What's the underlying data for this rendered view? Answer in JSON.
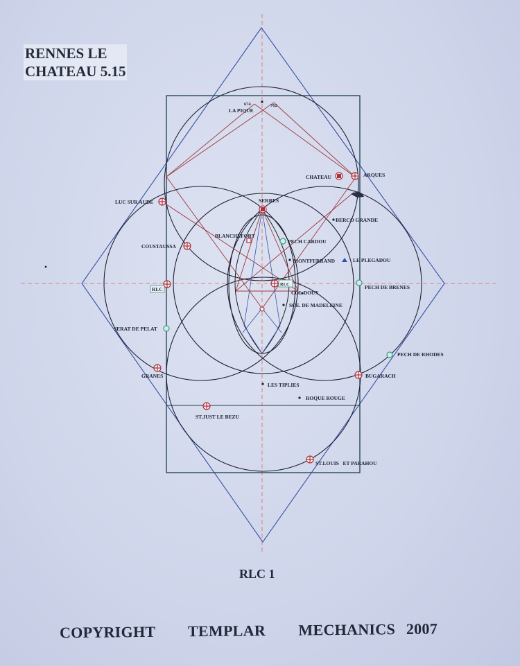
{
  "title": [
    "RENNES LE",
    "CHATEAU 5.15"
  ],
  "caption": "RLC 1",
  "copyright": "COPYRIGHT   TEMPLAR   MECHANICS 2007",
  "colors": {
    "frame": "#1b3f4a",
    "circles": "#1c2030",
    "diamond": "#3550a8",
    "pentagram": "#9a3a3a",
    "axis": "#d66a5a",
    "marker_red": "#b0303a",
    "marker_teal": "#3a9a8a"
  },
  "labels": {
    "la_pique": "LA PIQUE",
    "n674": "674",
    "n762": "762",
    "chateau": "CHATEAU",
    "arques": "ARQUES",
    "luc_sur_aude": "LUC SUR AUDE",
    "serres": "SERRES",
    "berco_grande": "BERCO GRANDE",
    "blanchefort": "BLANCHEFORT",
    "pech_cardou": "PECH CARDOU",
    "coustaussa": "COUSTAUSSA",
    "montferrand": "MONTFERRAND",
    "le_plegadou": "LE PLEGADOU",
    "rlc": "RLC",
    "rlc_box": "RLC",
    "pech_de_brenes": "PECH DE BRENES",
    "col_doux": "COL DOUX",
    "sce_madeleine": "SCE. DE MADELEINE",
    "serat_de_pelat": "SERAT DE PELAT",
    "pech_de_rhodes": "PECH DE RHODES",
    "granes": "GRANES",
    "bugarach": "BUGARACH",
    "les_tiplies": "LES TIPLIES",
    "roque_rouge": "ROQUE ROUGE",
    "st_just_le_bezu": "ST.JUST LE BEZU",
    "st_louis_et_parahou": "ST.LOUIS   ET PARAHOU"
  }
}
